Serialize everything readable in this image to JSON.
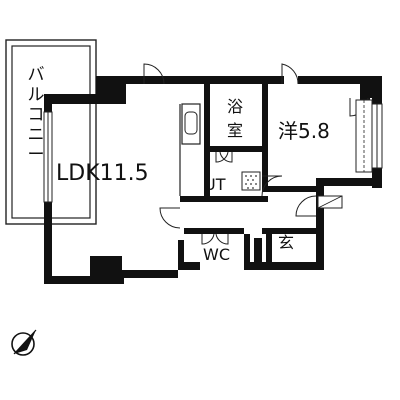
{
  "rooms": {
    "balcony": "バルコニー",
    "ldk": "LDK11.5",
    "bath": "浴室",
    "western": "洋5.8",
    "utility": "UT",
    "wc": "WC",
    "entrance": "玄"
  },
  "colors": {
    "wall": "#111111",
    "line": "#222222",
    "background": "#ffffff"
  },
  "icons": {
    "compass": "north-compass-icon"
  }
}
